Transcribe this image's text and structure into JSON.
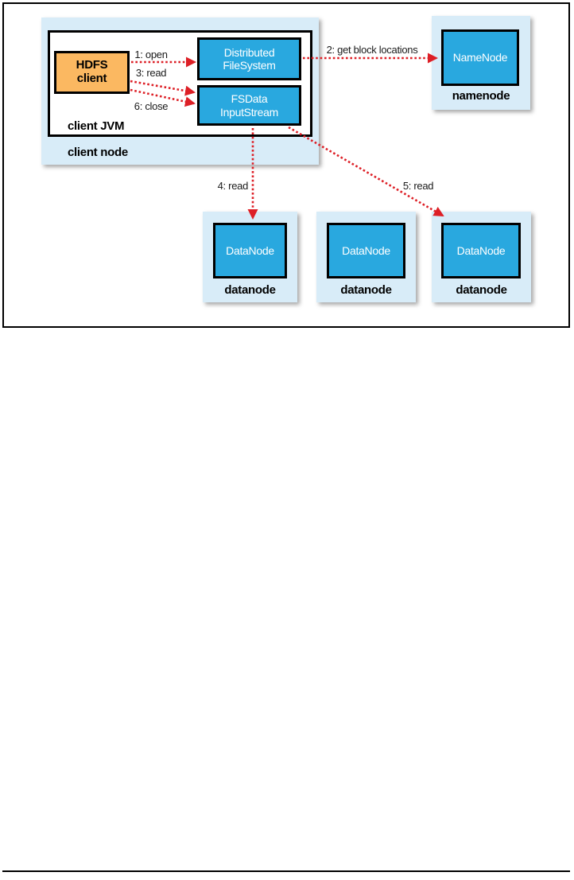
{
  "colors": {
    "node_blue": "#29a8df",
    "container_blue": "#d8ecf8",
    "client_orange": "#fbb861",
    "arrow_red": "#dd1f26"
  },
  "client_node": {
    "container_label": "client node",
    "jvm_label": "client JVM",
    "hdfs_client": {
      "lines": [
        "HDFS",
        "client"
      ]
    },
    "distributed_filesystem": {
      "lines": [
        "Distributed",
        "FileSystem"
      ]
    },
    "fsdata_inputstream": {
      "lines": [
        "FSData",
        "InputStream"
      ]
    }
  },
  "namenode": {
    "node_label": "NameNode",
    "container_label": "namenode"
  },
  "datanodes": [
    {
      "node_label": "DataNode",
      "container_label": "datanode"
    },
    {
      "node_label": "DataNode",
      "container_label": "datanode"
    },
    {
      "node_label": "DataNode",
      "container_label": "datanode"
    }
  ],
  "arrows": {
    "open": "1: open",
    "get_block_locations": "2: get block locations",
    "read3": "3: read",
    "read4": "4: read",
    "read5": "5: read",
    "close": "6: close"
  }
}
